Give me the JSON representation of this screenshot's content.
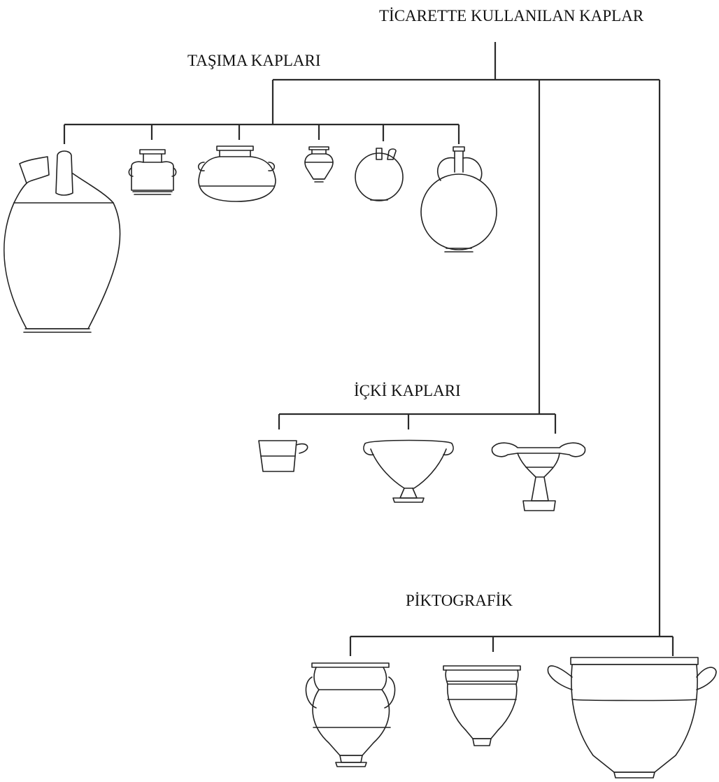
{
  "root": {
    "label": "TİCARETTE KULLANILAN KAPLAR"
  },
  "groups": [
    {
      "id": "tasima",
      "label": "TAŞIMA KAPLARI",
      "vessels": [
        "large-amphora-vessel",
        "low-jar-vessel",
        "wide-jar-vessel",
        "small-jar-vessel",
        "round-jug-vessel",
        "flask-vessel"
      ]
    },
    {
      "id": "icki",
      "label": "İÇKİ KAPLARI",
      "vessels": [
        "cup-vessel",
        "kylix-vessel",
        "high-kylix-vessel"
      ]
    },
    {
      "id": "piktografik",
      "label": "PİKTOGRAFİK",
      "vessels": [
        "amphora-krater-vessel",
        "krater-vessel",
        "large-krater-vessel"
      ]
    }
  ],
  "colors": {
    "line": "#222222",
    "background": "#ffffff",
    "text": "#111111"
  }
}
